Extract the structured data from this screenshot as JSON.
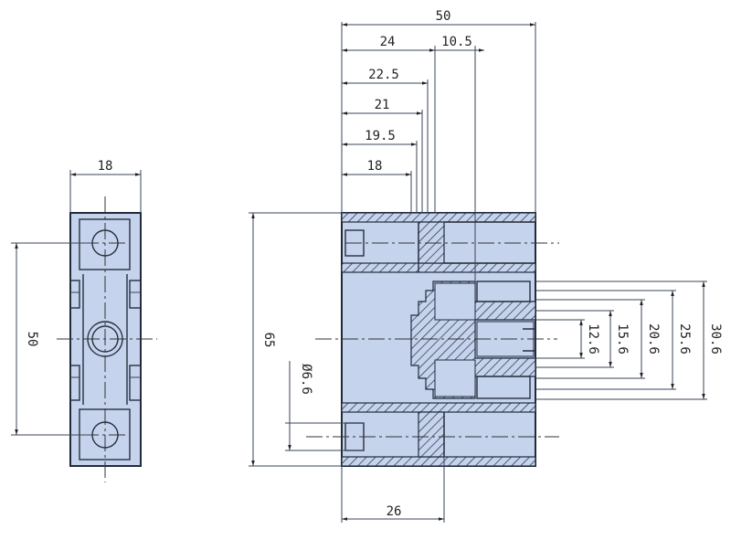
{
  "drawing": {
    "side_view": {
      "width_label": "18",
      "height_label": "50"
    },
    "section_view": {
      "top_dims": [
        "50",
        "24",
        "10.5",
        "22.5",
        "21",
        "19.5",
        "18"
      ],
      "height_label": "65",
      "hole_label": "Ø6.6",
      "bottom_label": "26",
      "right_dims": [
        "12.6",
        "15.6",
        "20.6",
        "25.6",
        "30.6"
      ]
    },
    "colors": {
      "body_fill": "#c6d3ec",
      "outline": "#1f2b3d"
    }
  }
}
